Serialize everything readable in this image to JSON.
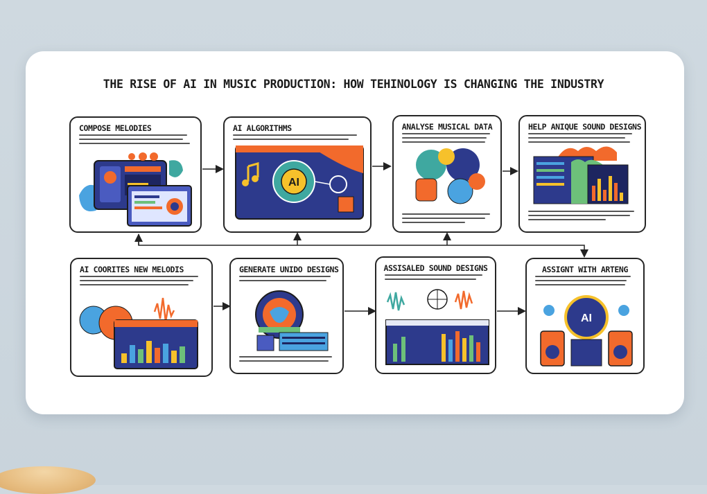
{
  "title": "THE RISE OF AI IN MUSIC PRODUCTION: HOW TEHINOLOGY IS CHANGING THE INDUSTRY",
  "cards": [
    {
      "id": "compose",
      "title": "COMPOSE MELODIES"
    },
    {
      "id": "algorithms",
      "title": "AI ALGORITHMS",
      "badge": "AI"
    },
    {
      "id": "analyse",
      "title": "ANALYSE MUSICAL DATA"
    },
    {
      "id": "help",
      "title": "HELP ANIQUE SOUND DESIGNS"
    },
    {
      "id": "creates",
      "title": "AI COORITES NEW MELODIS"
    },
    {
      "id": "generate",
      "title": "GENERATE UNIDO DESIGNS"
    },
    {
      "id": "assisted",
      "title": "ASSISALED SOUND DESIGNS"
    },
    {
      "id": "assist",
      "title": "ASSIGNT WITH ARTENG",
      "badge": "AI"
    }
  ],
  "colors": {
    "navy": "#2d3a8c",
    "orange": "#f26a2c",
    "yellow": "#f6c12b",
    "teal": "#3fa8a0",
    "blue": "#4aa3e0",
    "green": "#6dc07a"
  }
}
